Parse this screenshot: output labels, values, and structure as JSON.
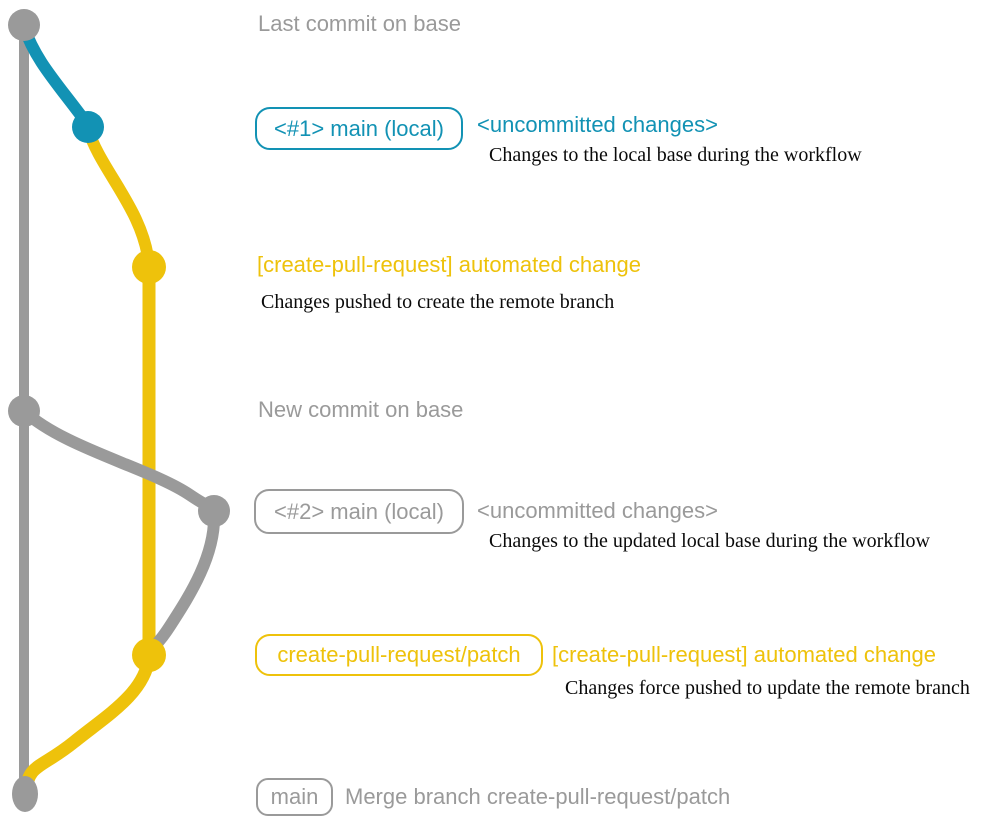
{
  "colors": {
    "gray": "#9a9a9a",
    "blue": "#1292b4",
    "yellow": "#eec20b",
    "description_text": "#0a0a0a",
    "background": "#ffffff"
  },
  "rows": {
    "last_commit": {
      "title": "Last commit on base"
    },
    "local1": {
      "badge": "<#1> main (local)",
      "status": "<uncommitted changes>",
      "description": "Changes to the local base during the workflow"
    },
    "push1": {
      "title": "[create-pull-request] automated change",
      "description": "Changes pushed to create the remote branch"
    },
    "new_commit": {
      "title": "New commit on base"
    },
    "local2": {
      "badge": "<#2> main (local)",
      "status": "<uncommitted changes>",
      "description": "Changes to the updated local base during the workflow"
    },
    "push2": {
      "badge": "create-pull-request/patch",
      "title": "[create-pull-request] automated change",
      "description": "Changes force pushed to update the remote branch"
    },
    "merge": {
      "badge": "main",
      "title": "Merge branch create-pull-request/patch"
    }
  }
}
